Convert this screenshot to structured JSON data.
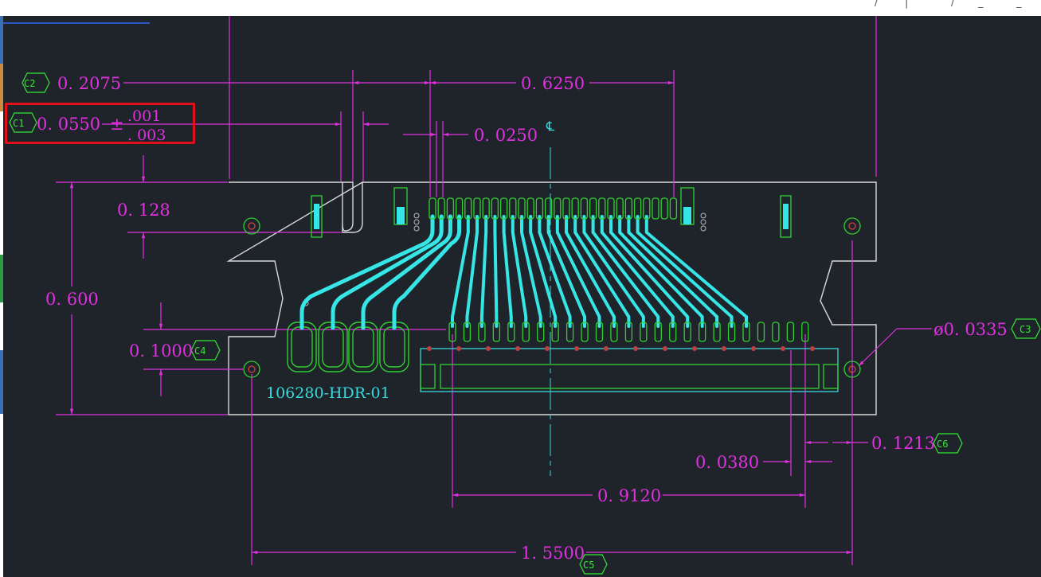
{
  "colors": {
    "background": "#1f242b",
    "dimension": "#e030e0",
    "outline": "#d8d8d8",
    "trace": "#36e5e5",
    "pad": "#30d030",
    "callout_tag": "#35e535",
    "highlight": "#e0101a"
  },
  "dimensions": {
    "d_0_2075": "0. 2075",
    "d_0_6250": "0. 6250",
    "d_0_0550": "0. 0550",
    "tol_sign": "±",
    "tol_upper": ".001",
    "tol_lower": ". 003",
    "d_0_0250": "0. 0250",
    "d_0_128": "0. 128",
    "d_0_600": "0. 600",
    "d_0_1000": "0. 1000",
    "d_dia_0_0335": "ø0. 0335",
    "d_0_1213": "0. 1213",
    "d_0_0380": "0. 0380",
    "d_0_9120": "0. 9120",
    "d_1_5500": "1. 5500"
  },
  "callouts": {
    "c1": "C1",
    "c2": "C2",
    "c3": "C3",
    "c4": "C4",
    "c5": "C5",
    "c6": "C6"
  },
  "centerline_symbol": "℄",
  "part_label": "106280-HDR-01",
  "window_controls": [
    "/",
    "|",
    "/",
    "_",
    "_"
  ]
}
